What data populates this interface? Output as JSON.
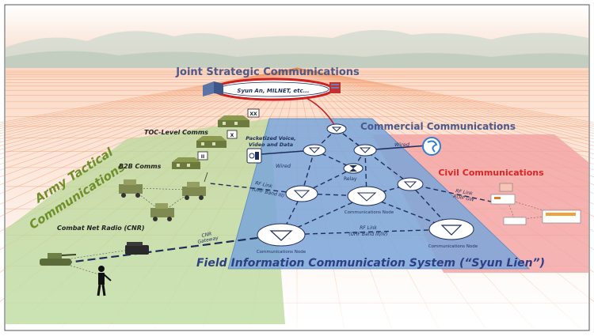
{
  "titles": {
    "joint": "Joint Strategic Communications",
    "joint_systems": "Syun An, MILNET, etc...",
    "commercial": "Commercial Communications",
    "civil": "Civil Communications",
    "army_line1": "Army Tactical",
    "army_line2": "Communications",
    "fics": "Field Information Communication System (“Syun Lien”)"
  },
  "labels": {
    "toc": "TOC-Level Comms",
    "b2b": "B2B Comms",
    "cnr": "Combat Net Radio (CNR)",
    "packet_1": "Packetized Voice,",
    "packet_2": "Video and Data",
    "wired_left": "Wired",
    "wired_right": "Wired",
    "relay": "Relay",
    "rf_link_top_1": "RF Link",
    "rf_link_top_2": "(UHF Band III)",
    "rf_link_bottom_1": "RF Link",
    "rf_link_bottom_2": "(UHF Band III/IV)",
    "rf_link_civil_1": "RF Link",
    "rf_link_civil_2": "ROIP GW",
    "cnr_gw_1": "CNR",
    "cnr_gw_2": "Gateway",
    "node_mid": "Communications Node",
    "node_left": "Communications Node",
    "node_right": "Communications Node"
  },
  "echelons": [
    "XX",
    "X",
    "II"
  ],
  "colors": {
    "joint_title": "#4a5a8c",
    "commercial_title": "#4a5a8c",
    "civil_title": "#d62828",
    "army_title": "#6f8f2a",
    "fics_title": "#2e3f86",
    "fics_plane": "#7aa6d9",
    "army_plane": "#b9d89a",
    "civil_plane": "#f3a3a3",
    "ellipse_ring": "#cc1f1f"
  }
}
